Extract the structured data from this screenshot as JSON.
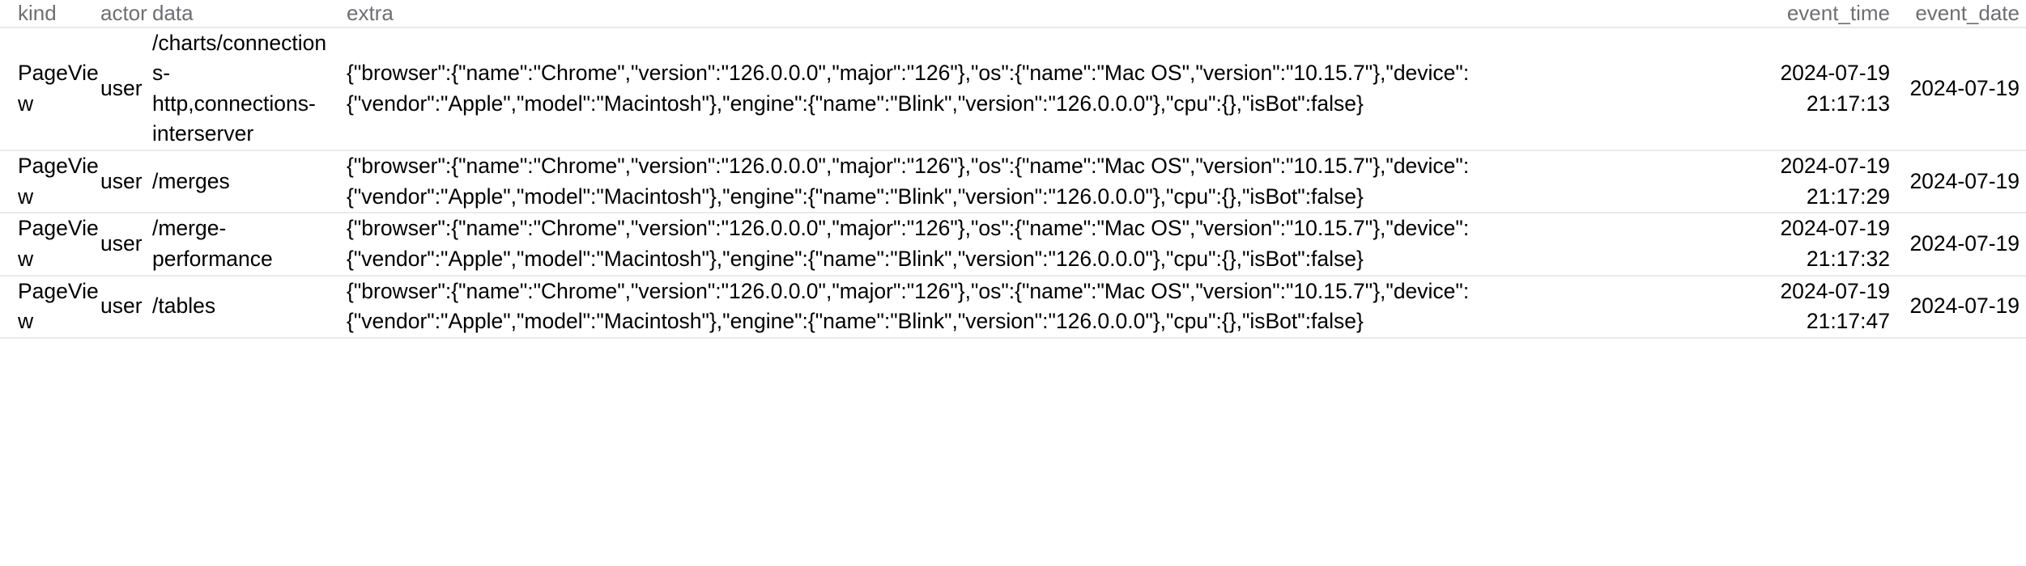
{
  "table": {
    "columns": [
      {
        "key": "kind",
        "label": "kind"
      },
      {
        "key": "actor",
        "label": "actor"
      },
      {
        "key": "data",
        "label": "data"
      },
      {
        "key": "extra",
        "label": "extra"
      },
      {
        "key": "event_time",
        "label": "event_time"
      },
      {
        "key": "event_date",
        "label": "event_date"
      }
    ],
    "rows": [
      {
        "kind": "PageView",
        "actor": "user",
        "data": "/charts/connections-http,connections-interserver",
        "extra": "{\"browser\":{\"name\":\"Chrome\",\"version\":\"126.0.0.0\",\"major\":\"126\"},\"os\":{\"name\":\"Mac OS\",\"version\":\"10.15.7\"},\"device\":{\"vendor\":\"Apple\",\"model\":\"Macintosh\"},\"engine\":{\"name\":\"Blink\",\"version\":\"126.0.0.0\"},\"cpu\":{},\"isBot\":false}",
        "event_time": "2024-07-19 21:17:13",
        "event_date": "2024-07-19"
      },
      {
        "kind": "PageView",
        "actor": "user",
        "data": "/merges",
        "extra": "{\"browser\":{\"name\":\"Chrome\",\"version\":\"126.0.0.0\",\"major\":\"126\"},\"os\":{\"name\":\"Mac OS\",\"version\":\"10.15.7\"},\"device\":{\"vendor\":\"Apple\",\"model\":\"Macintosh\"},\"engine\":{\"name\":\"Blink\",\"version\":\"126.0.0.0\"},\"cpu\":{},\"isBot\":false}",
        "event_time": "2024-07-19 21:17:29",
        "event_date": "2024-07-19"
      },
      {
        "kind": "PageView",
        "actor": "user",
        "data": "/merge-performance",
        "extra": "{\"browser\":{\"name\":\"Chrome\",\"version\":\"126.0.0.0\",\"major\":\"126\"},\"os\":{\"name\":\"Mac OS\",\"version\":\"10.15.7\"},\"device\":{\"vendor\":\"Apple\",\"model\":\"Macintosh\"},\"engine\":{\"name\":\"Blink\",\"version\":\"126.0.0.0\"},\"cpu\":{},\"isBot\":false}",
        "event_time": "2024-07-19 21:17:32",
        "event_date": "2024-07-19"
      },
      {
        "kind": "PageView",
        "actor": "user",
        "data": "/tables",
        "extra": "{\"browser\":{\"name\":\"Chrome\",\"version\":\"126.0.0.0\",\"major\":\"126\"},\"os\":{\"name\":\"Mac OS\",\"version\":\"10.15.7\"},\"device\":{\"vendor\":\"Apple\",\"model\":\"Macintosh\"},\"engine\":{\"name\":\"Blink\",\"version\":\"126.0.0.0\"},\"cpu\":{},\"isBot\":false}",
        "event_time": "2024-07-19 21:17:47",
        "event_date": "2024-07-19"
      }
    ]
  },
  "colors": {
    "header_text": "#6f6f73",
    "body_text": "#000000",
    "divider": "#e9e9ee",
    "background": "#ffffff"
  }
}
